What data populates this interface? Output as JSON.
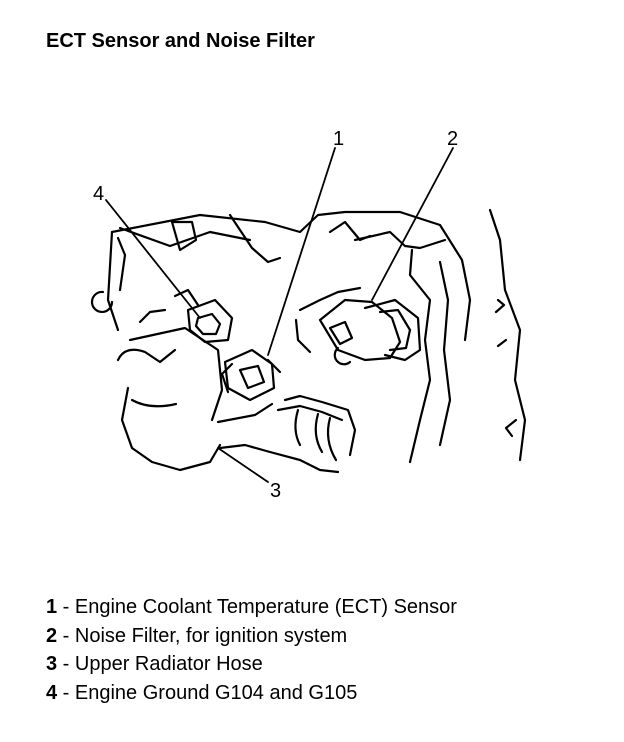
{
  "title": "ECT Sensor and Noise Filter",
  "callouts": [
    "1",
    "2",
    "3",
    "4"
  ],
  "legend": [
    {
      "num": "1",
      "sep": " - ",
      "text": "Engine Coolant Temperature (ECT) Sensor"
    },
    {
      "num": "2",
      "sep": " - ",
      "text": "Noise Filter, for ignition system"
    },
    {
      "num": "3",
      "sep": " - ",
      "text": "Upper Radiator Hose"
    },
    {
      "num": "4",
      "sep": " - ",
      "text": "Engine Ground G104 and G105"
    }
  ]
}
